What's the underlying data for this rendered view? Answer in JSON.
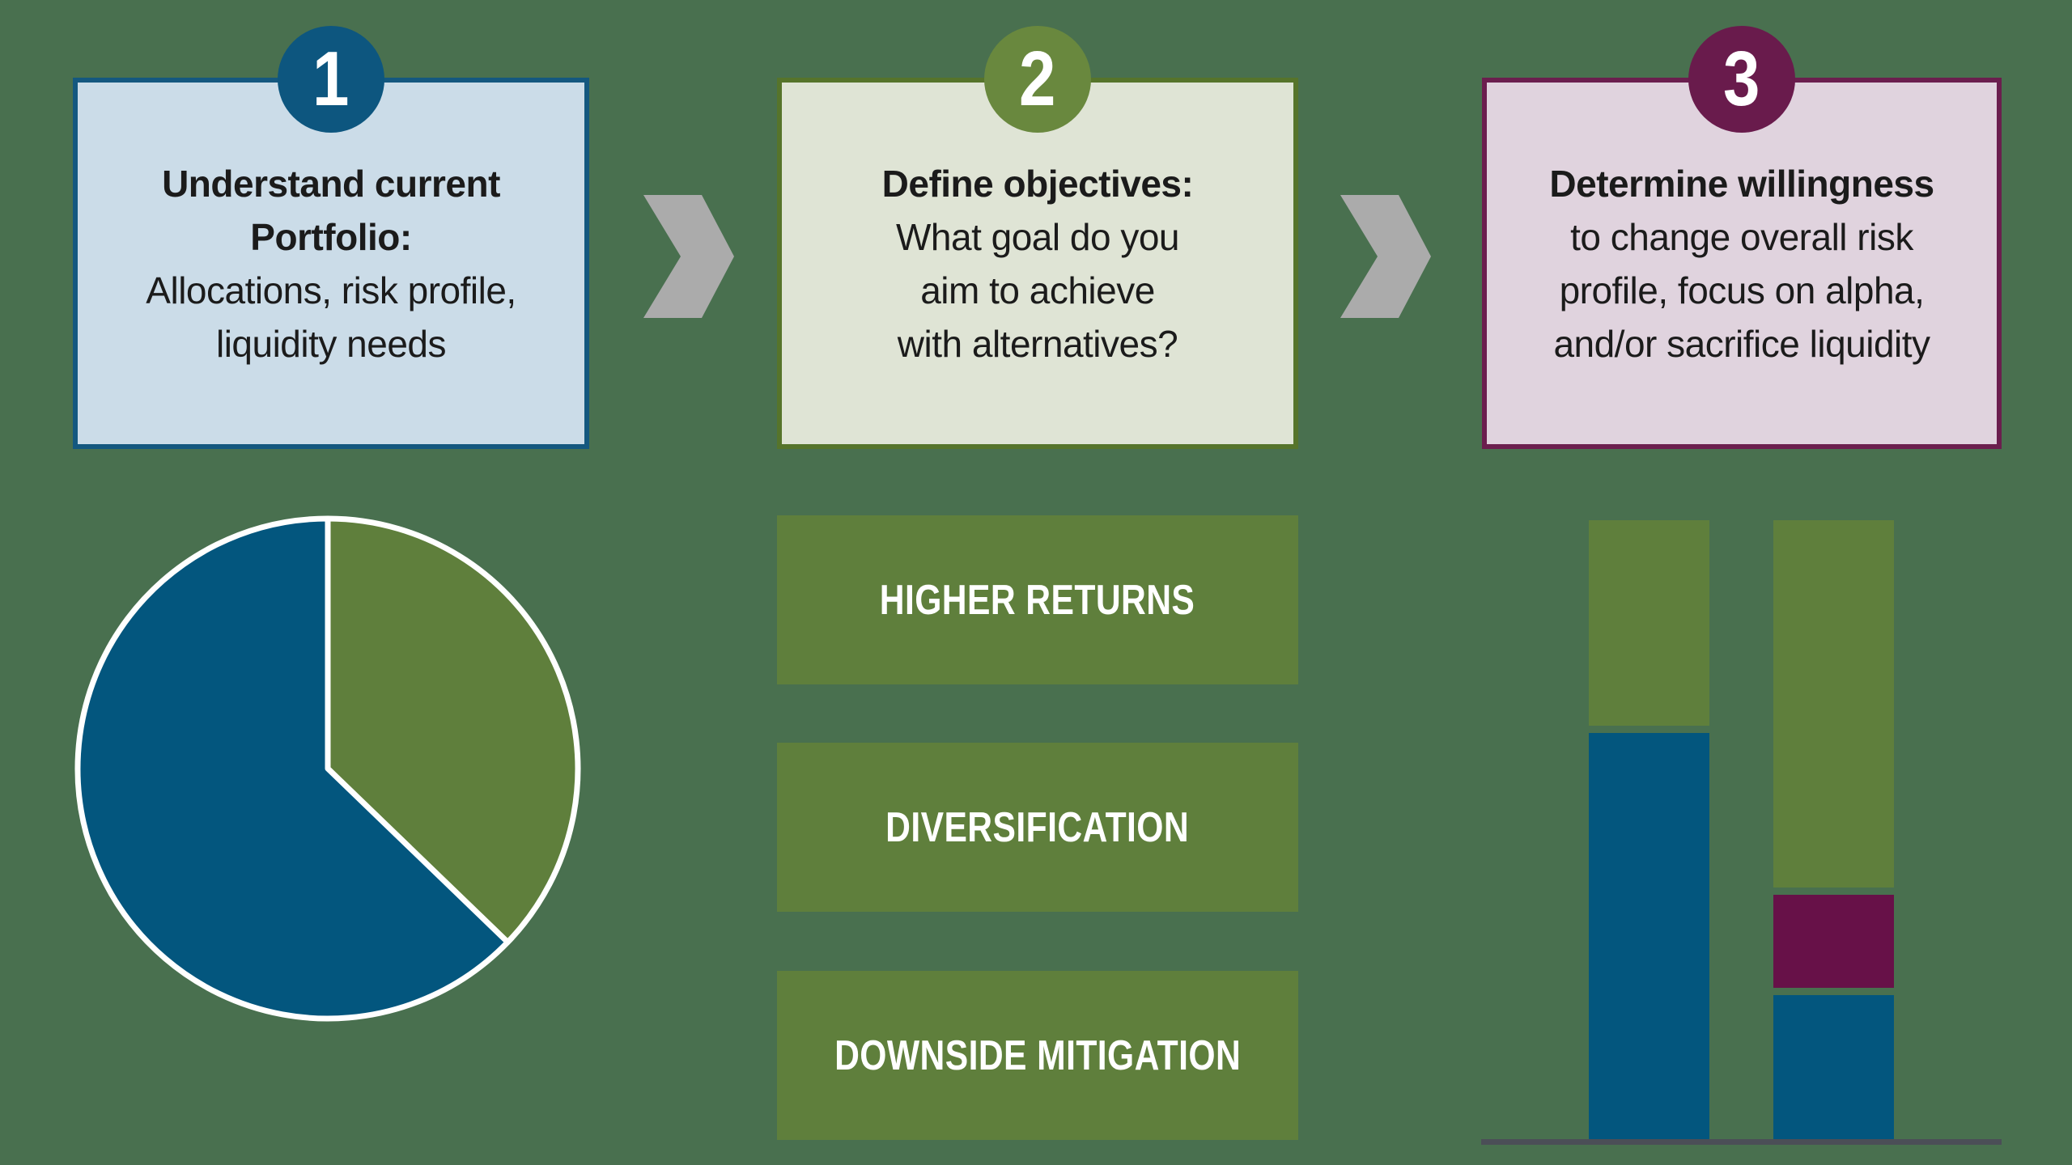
{
  "colors": {
    "background": "#49704F",
    "blue": "#03567E",
    "olive": "#5F7F3C",
    "maroon": "#671148",
    "chevron_gray": "#ABABAB",
    "baseline_gray": "#4B4E57",
    "text_dark": "#1B1B1B",
    "white": "#FFFFFF",
    "box1_fill": "#CBDCE8",
    "box1_border": "#14587F",
    "box1_circle": "#0D567F",
    "box2_fill": "#DFE4D5",
    "box2_border": "#56742B",
    "box2_circle": "#69883E",
    "box3_fill": "#E0D3DE",
    "box3_border": "#6B1E4E",
    "box3_circle": "#691B4C"
  },
  "steps": [
    {
      "number": "1",
      "lines": [
        "Understand current",
        "Portfolio:",
        "Allocations, risk profile,",
        "liquidity needs"
      ]
    },
    {
      "number": "2",
      "lines": [
        "Define objectives:",
        "What goal do you",
        "aim to achieve",
        "with alternatives?"
      ]
    },
    {
      "number": "3",
      "lines": [
        "Determine willingness",
        "to change overall risk",
        "profile, focus on alpha,",
        "and/or sacrifice liquidity"
      ]
    }
  ],
  "objectives": [
    "HIGHER RETURNS",
    "DIVERSIFICATION",
    "DOWNSIDE MITIGATION"
  ],
  "chart_data": [
    {
      "type": "pie",
      "title": "Current portfolio allocation (unlabeled)",
      "start_angle_deg": 0,
      "slices": [
        {
          "name": "olive-slice",
          "pct": 37.2,
          "sweep_deg": 134,
          "color": "olive"
        },
        {
          "name": "blue-slice",
          "pct": 62.8,
          "sweep_deg": 226,
          "color": "blue"
        }
      ],
      "rim_color": "white",
      "legend": "none",
      "labels": "none"
    },
    {
      "type": "bar",
      "subtype": "stacked-vertical",
      "title": "Risk profile comparison (unlabeled)",
      "axis_labels": "none",
      "bars": [
        {
          "name": "bar-current",
          "segments": [
            {
              "color": "olive",
              "pct": 33.6
            },
            {
              "color": "blue",
              "pct": 66.4
            }
          ]
        },
        {
          "name": "bar-alternative",
          "segments": [
            {
              "color": "olive",
              "pct": 60.7
            },
            {
              "color": "maroon",
              "pct": 15.4
            },
            {
              "color": "blue",
              "pct": 23.9
            }
          ]
        }
      ]
    }
  ]
}
